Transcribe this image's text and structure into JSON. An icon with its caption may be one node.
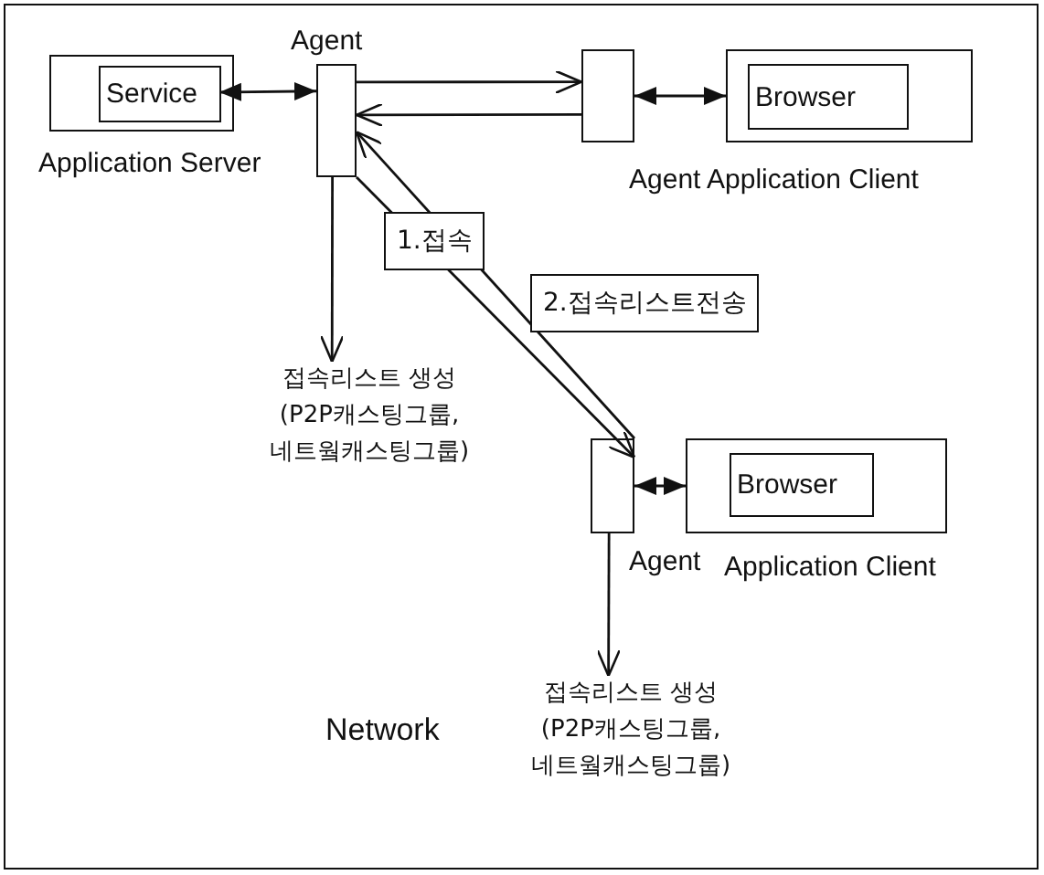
{
  "diagram": {
    "nodes": [
      {
        "text": [
          "Network"
        ]
      },
      {
        "text": [
          "Application Server"
        ],
        "in": 0
      },
      {
        "text": [
          "Service"
        ],
        "in": 1
      },
      {
        "text": [
          "Agent"
        ],
        "in": 0
      },
      {
        "text": [
          "Agent Application Client"
        ],
        "in": 0
      },
      {
        "text": [
          "Browser"
        ],
        "in": 4
      },
      {
        "text": [],
        "shape": "box",
        "in": 0
      },
      {
        "text": [
          "Application Client"
        ],
        "in": 0
      },
      {
        "text": [
          "Browser"
        ],
        "in": 7
      },
      {
        "text": [
          "Agent"
        ],
        "in": 0
      },
      {
        "text": [
          "접속리스트 생성 (P2P캐스팅그룹, 네트웤캐스팅그룹)"
        ],
        "in": 0
      },
      {
        "text": [
          "접속리스트 생성 (P2P캐스팅그룹, 네트웤캐스팅그룹)"
        ],
        "in": 0
      }
    ],
    "edges": [
      {
        "from": 2,
        "to": 3,
        "arrow": "both"
      },
      {
        "from": 3,
        "to": 6,
        "arrow": "to"
      },
      {
        "from": 6,
        "to": 3,
        "arrow": "to"
      },
      {
        "from": 6,
        "to": 4,
        "arrow": "both"
      },
      {
        "from": 3,
        "to": 10,
        "arrow": "to"
      },
      {
        "from": 9,
        "to": 3,
        "arrow": "to",
        "label": "1.접속"
      },
      {
        "from": 3,
        "to": 9,
        "arrow": "to",
        "label": "2.접속리스트전송"
      },
      {
        "from": 9,
        "to": 7,
        "arrow": "both"
      },
      {
        "from": 9,
        "to": 11,
        "arrow": "to"
      }
    ]
  }
}
